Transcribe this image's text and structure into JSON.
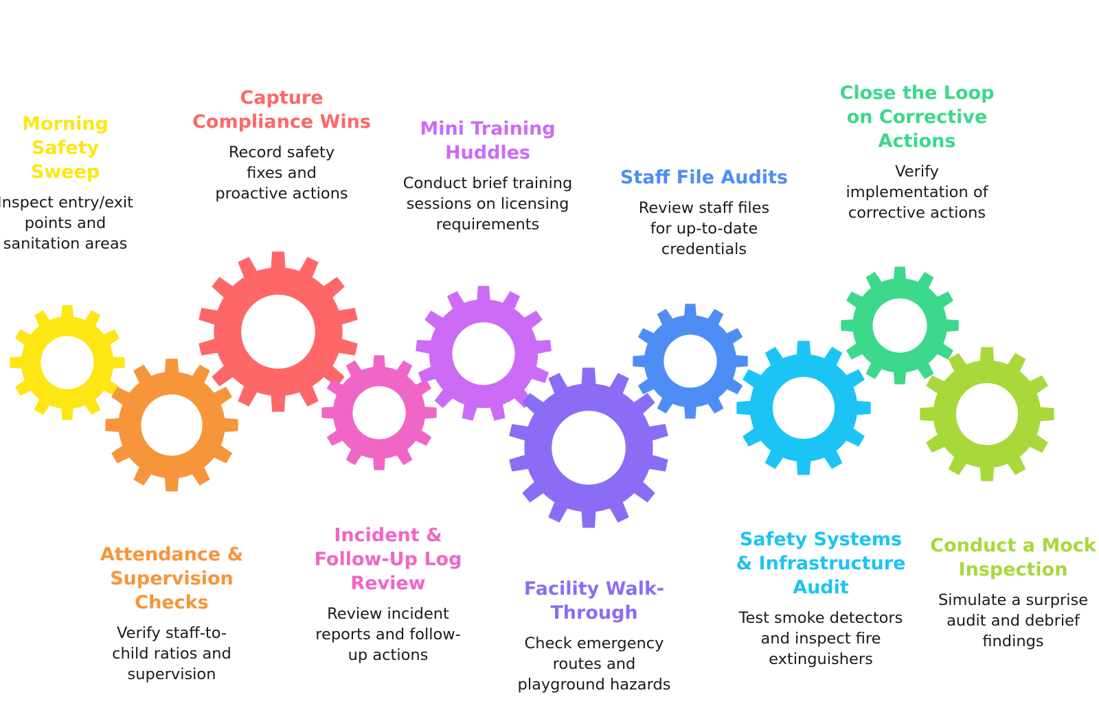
{
  "steps": [
    {
      "title": "Morning\nSafety\nSweep",
      "desc": "Inspect entry/exit\npoints and\nsanitation areas",
      "color": "#FDE614",
      "icon": "gear-icon"
    },
    {
      "title": "Attendance &\nSupervision\nChecks",
      "desc": "Verify staff-to-\nchild ratios and\nsupervision",
      "color": "#F7953A",
      "icon": "gear-icon"
    },
    {
      "title": "Capture\nCompliance Wins",
      "desc": "Record safety\nfixes and\nproactive actions",
      "color": "#FE6767",
      "icon": "gear-icon"
    },
    {
      "title": "Incident &\nFollow-Up Log\nReview",
      "desc": "Review incident\nreports and follow-\nup actions",
      "color": "#F066C6",
      "icon": "gear-icon"
    },
    {
      "title": "Mini Training\nHuddles",
      "desc": "Conduct brief training\nsessions on licensing\nrequirements",
      "color": "#CC6BF6",
      "icon": "gear-icon"
    },
    {
      "title": "Facility Walk-\nThrough",
      "desc": "Check emergency\nroutes and\nplayground hazards",
      "color": "#8B6CF5",
      "icon": "gear-icon"
    },
    {
      "title": "Staff File Audits",
      "desc": "Review staff files\nfor up-to-date\ncredentials",
      "color": "#4E8EF4",
      "icon": "gear-icon"
    },
    {
      "title": "Safety Systems\n& Infrastructure\nAudit",
      "desc": "Test smoke detectors\nand inspect fire\nextinguishers",
      "color": "#1CC3F5",
      "icon": "gear-icon"
    },
    {
      "title": "Close the Loop\non Corrective\nActions",
      "desc": "Verify\nimplementation of\ncorrective actions",
      "color": "#3CD88B",
      "icon": "gear-icon"
    },
    {
      "title": "Conduct a Mock\nInspection",
      "desc": "Simulate a surprise\naudit and debrief\nfindings",
      "color": "#A8D83A",
      "icon": "gear-icon"
    }
  ]
}
